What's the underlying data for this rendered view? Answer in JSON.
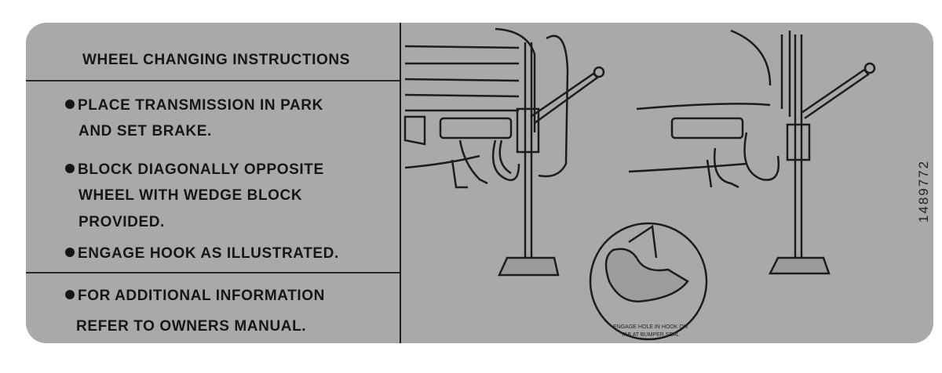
{
  "title": "WHEEL CHANGING INSTRUCTIONS",
  "instructions": [
    {
      "lines": [
        "PLACE TRANSMISSION IN PARK",
        "AND SET BRAKE."
      ]
    },
    {
      "lines": [
        "BLOCK DIAGONALLY OPPOSITE",
        "WHEEL WITH WEDGE BLOCK",
        "PROVIDED."
      ]
    },
    {
      "lines": [
        "ENGAGE HOOK AS ILLUSTRATED."
      ]
    }
  ],
  "footer": {
    "lines": [
      "FOR ADDITIONAL INFORMATION",
      "REFER TO OWNERS MANUAL."
    ]
  },
  "inset_caption": {
    "lines": [
      "ENGAGE HOLE IN HOOK ON",
      "TAB AT BUMPER SEAL"
    ]
  },
  "part_number": "1489772"
}
